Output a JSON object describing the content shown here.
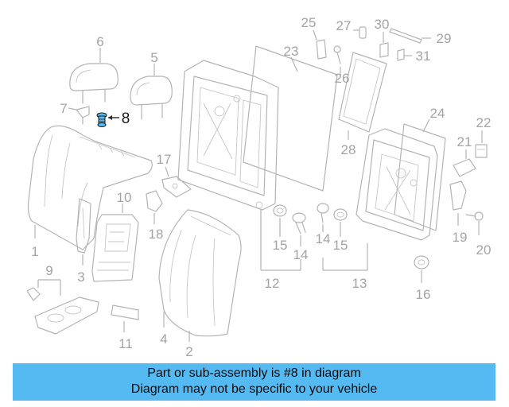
{
  "banner": {
    "line1": "Part or sub-assembly is #8 in diagram",
    "line2": "Diagram may not be specific to your vehicle"
  },
  "callouts": {
    "c1": "1",
    "c2": "2",
    "c3": "3",
    "c4": "4",
    "c5": "5",
    "c6": "6",
    "c7": "7",
    "c8": "8",
    "c9": "9",
    "c10": "10",
    "c11": "11",
    "c12": "12",
    "c13": "13",
    "c14a": "14",
    "c14b": "14",
    "c15a": "15",
    "c15b": "15",
    "c16": "16",
    "c17": "17",
    "c18": "18",
    "c19": "19",
    "c20": "20",
    "c21": "21",
    "c22": "22",
    "c23": "23",
    "c24": "24",
    "c25": "25",
    "c26": "26",
    "c27": "27",
    "c28": "28",
    "c29": "29",
    "c30": "30",
    "c31": "31"
  },
  "highlight": {
    "part": "8",
    "color": "#56baf2"
  }
}
